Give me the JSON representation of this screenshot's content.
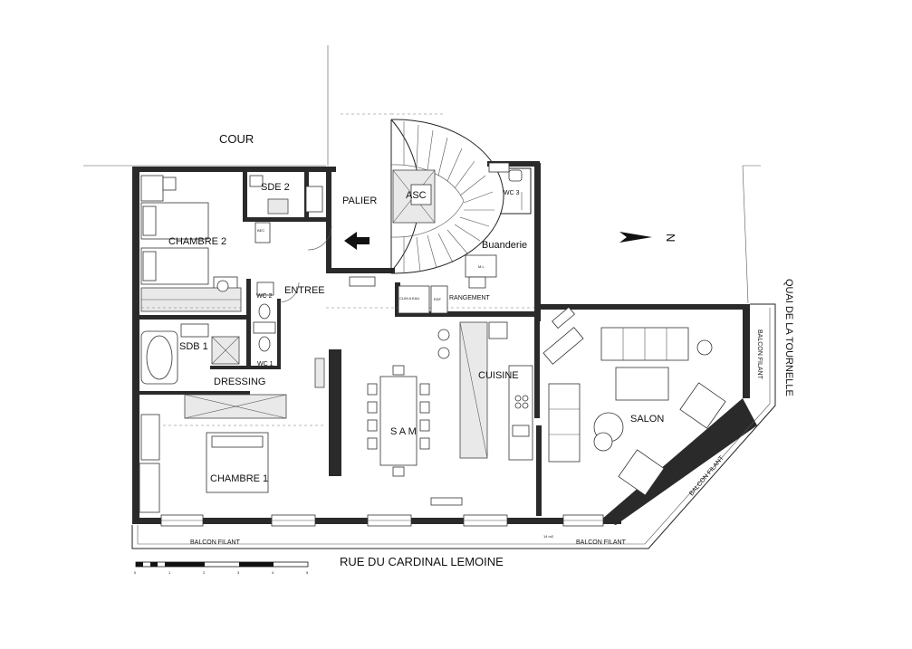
{
  "rooms": {
    "cour": "COUR",
    "sde2": "SDE 2",
    "palier": "PALIER",
    "asc": "ASC",
    "wc3": "WC 3",
    "chambre2": "CHAMBRE 2",
    "buanderie": "Buanderie",
    "entree": "ENTREE",
    "wc2": "WC 2",
    "rangement": "RANGEMENT",
    "clim": "CLIM A EAU",
    "edf": "EDF",
    "sdb1": "SDB 1",
    "wc1": "WC 1",
    "dressing": "DRESSING",
    "cuisine": "CUISINE",
    "sam": "S A M",
    "salon": "SALON",
    "chambre1": "CHAMBRE 1",
    "bec": "BEC",
    "mil": "M.L"
  },
  "exterior": {
    "quai": "QUAI DE LA TOURNELLE",
    "rue": "RUE DU CARDINAL LEMOINE",
    "balcon_left": "BALCON FILANT",
    "balcon_right": "BALCON FILANT",
    "balcon_diag": "BALCON FILANT",
    "balcon_vert": "BALCON FILANT",
    "area_note": "14 m2"
  },
  "north": {
    "letter": "N",
    "icon": "north-arrow-icon"
  },
  "entry_icon": "entry-arrow-icon",
  "scale_bar": {
    "ticks": [
      "0",
      "1",
      "2",
      "3",
      "4",
      "5"
    ],
    "icon": "scale-bar-icon"
  }
}
